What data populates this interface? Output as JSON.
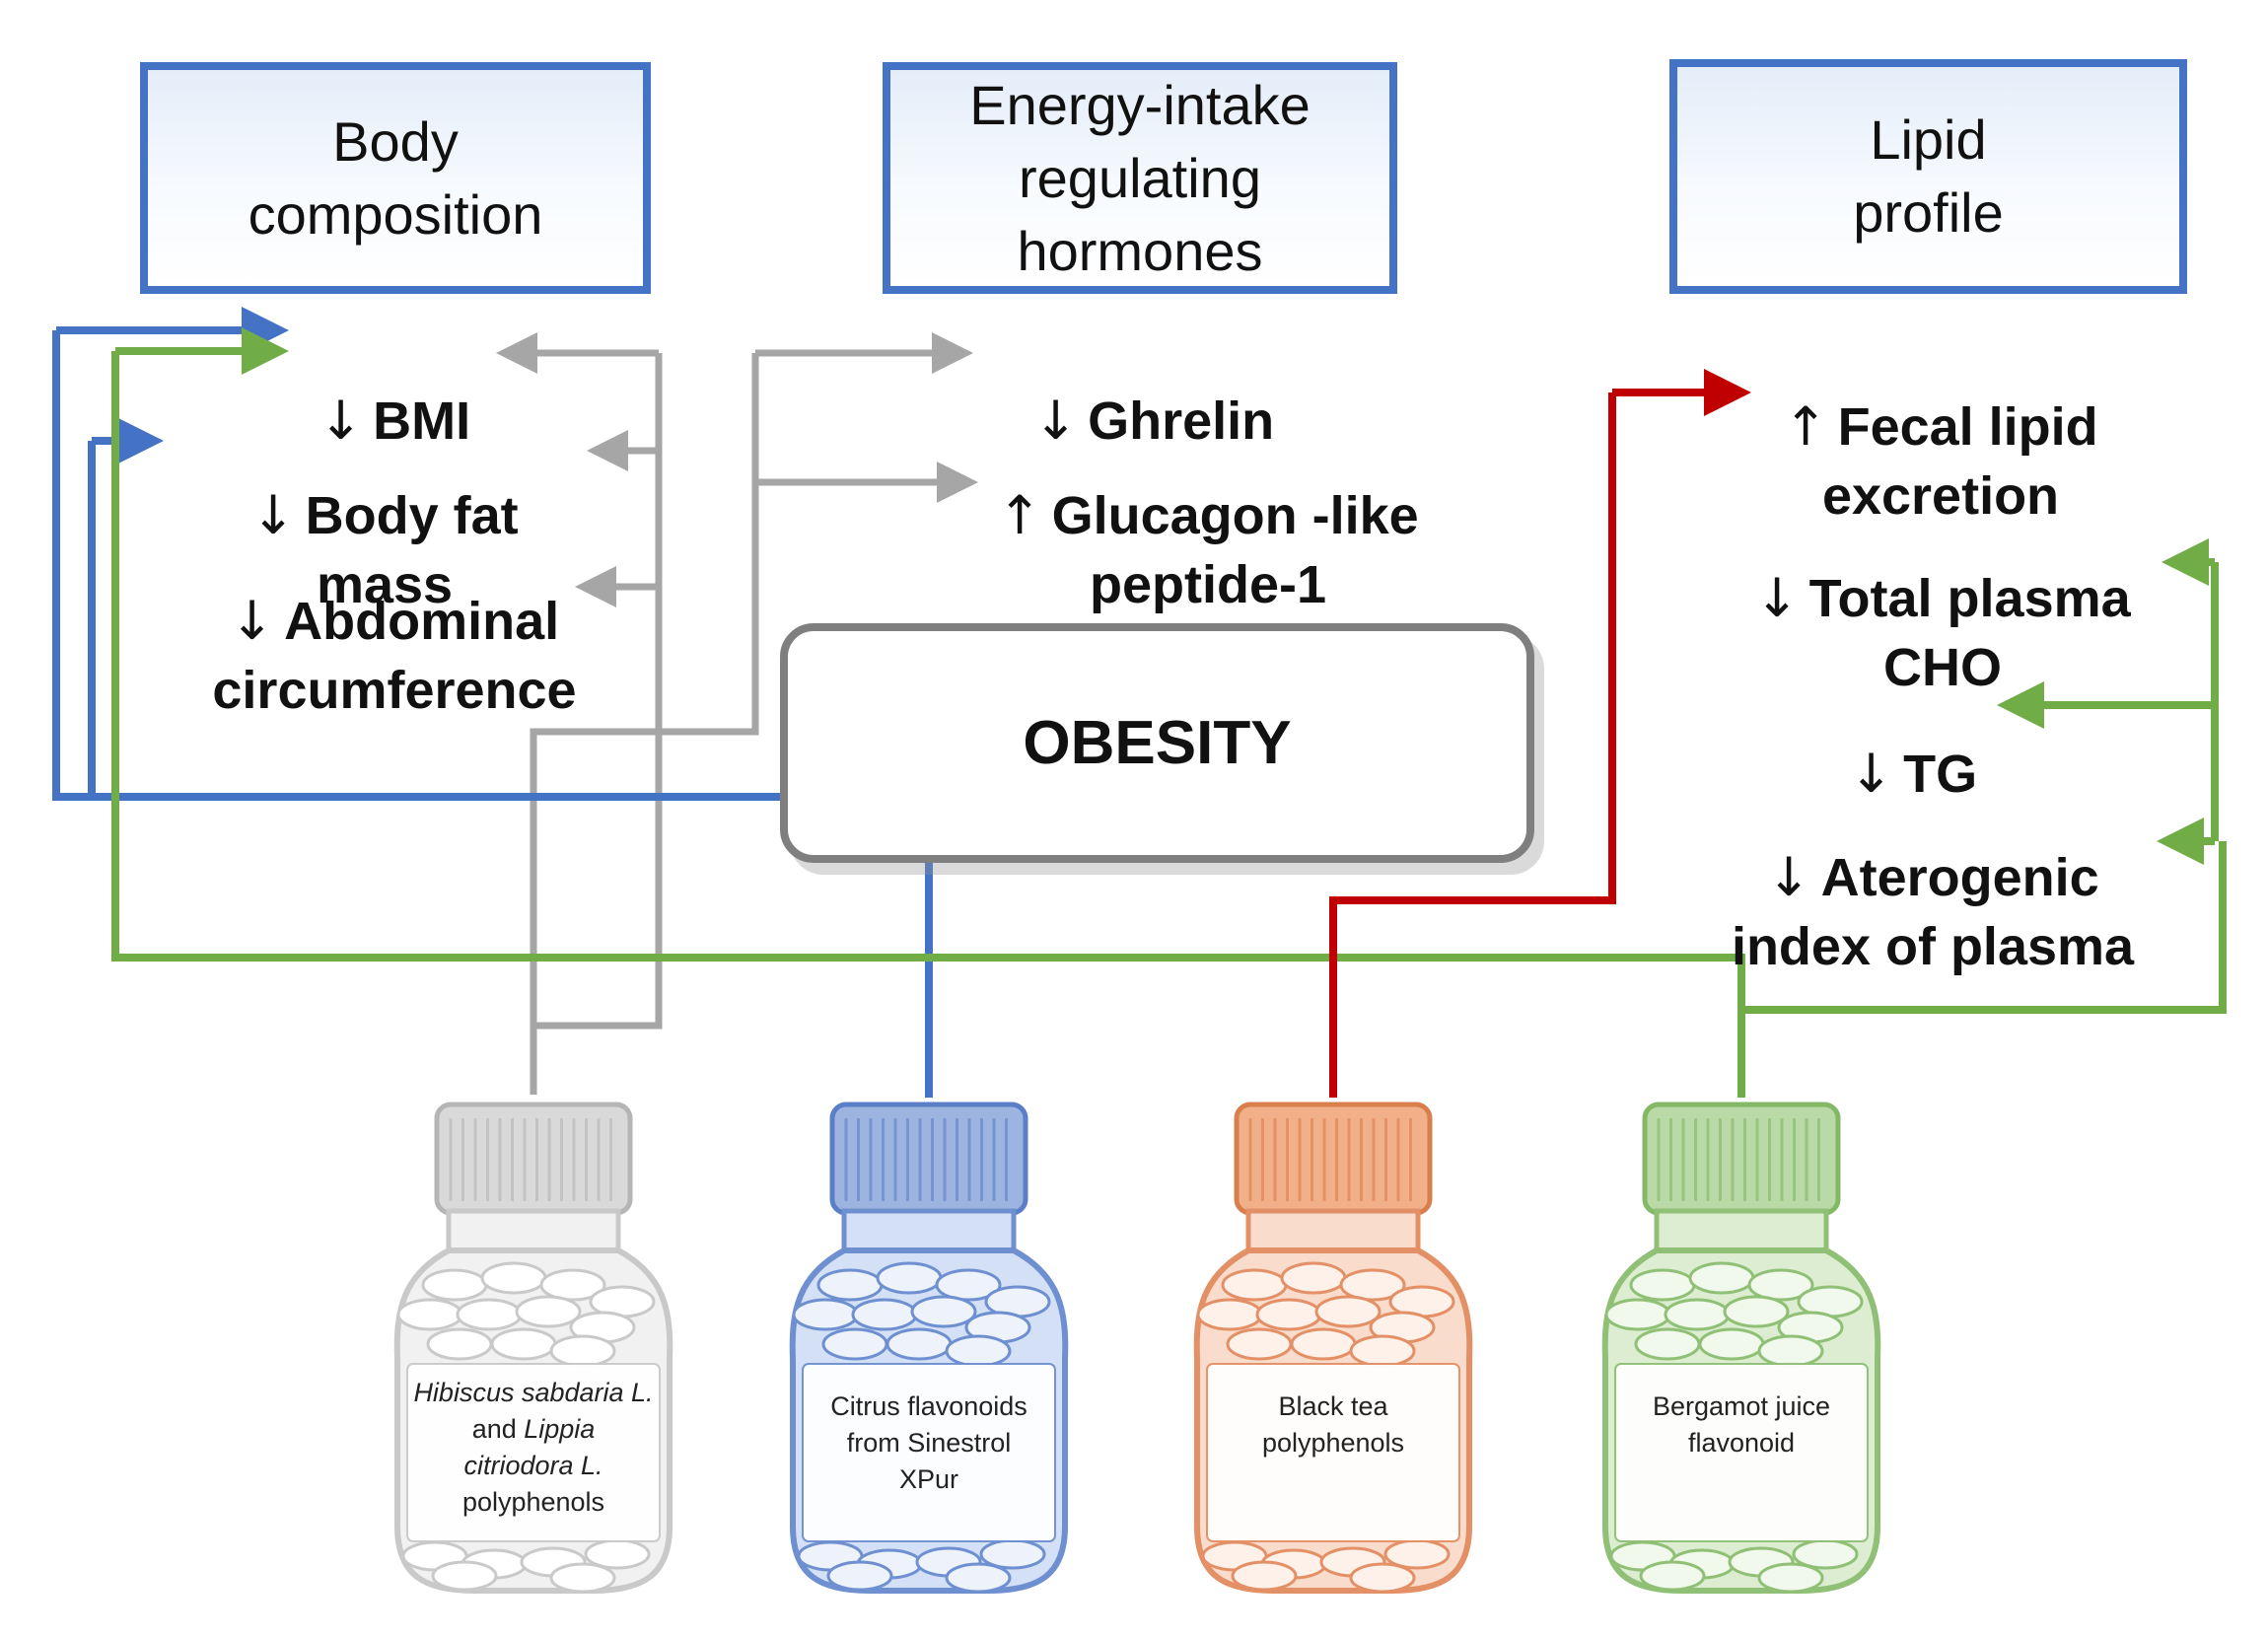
{
  "categories": {
    "body_composition": "Body\ncomposition",
    "hormones": "Energy-intake\nregulating\nhormones",
    "lipid_profile": "Lipid\nprofile"
  },
  "center": "OBESITY",
  "effects": {
    "bmi": {
      "arrow": "↓",
      "text": "BMI"
    },
    "body_fat": {
      "arrow": "↓",
      "text": "Body fat mass"
    },
    "abdominal": {
      "arrow": "↓",
      "text": "Abdominal\ncircumference"
    },
    "ghrelin": {
      "arrow": "↓",
      "text": "Ghrelin"
    },
    "glp1": {
      "arrow": "↑",
      "text": "Glucagon -like\npeptide-1"
    },
    "fecal": {
      "arrow": "↑",
      "text": "Fecal lipid\nexcretion"
    },
    "cho": {
      "arrow": "↓",
      "text": "Total plasma\nCHO"
    },
    "tg": {
      "arrow": "↓",
      "text": "TG"
    },
    "aip": {
      "arrow": "↓",
      "text": "Aterogenic\nindex of plasma"
    }
  },
  "bottles": [
    {
      "name": "hibiscus-lippia",
      "color": "gray",
      "label_parts": [
        [
          "Hibiscus sabdaria L.",
          true
        ],
        [
          "\nand ",
          false
        ],
        [
          "Lippia",
          true
        ],
        [
          "\n",
          false
        ],
        [
          "citriodora L.",
          true
        ],
        [
          "\npolyphenols",
          false
        ]
      ]
    },
    {
      "name": "citrus-flavonoids",
      "color": "blue",
      "label": "Citrus flavonoids\nfrom Sinestrol\nXPur"
    },
    {
      "name": "black-tea",
      "color": "orange",
      "label": "Black tea\npolyphenols"
    },
    {
      "name": "bergamot",
      "color": "green",
      "label": "Bergamot juice\nflavonoid"
    }
  ],
  "colors": {
    "blue": "#4472c4",
    "green": "#70ad47",
    "red": "#c00000",
    "gray": "#a6a6a6",
    "orange": "#e8905a"
  }
}
